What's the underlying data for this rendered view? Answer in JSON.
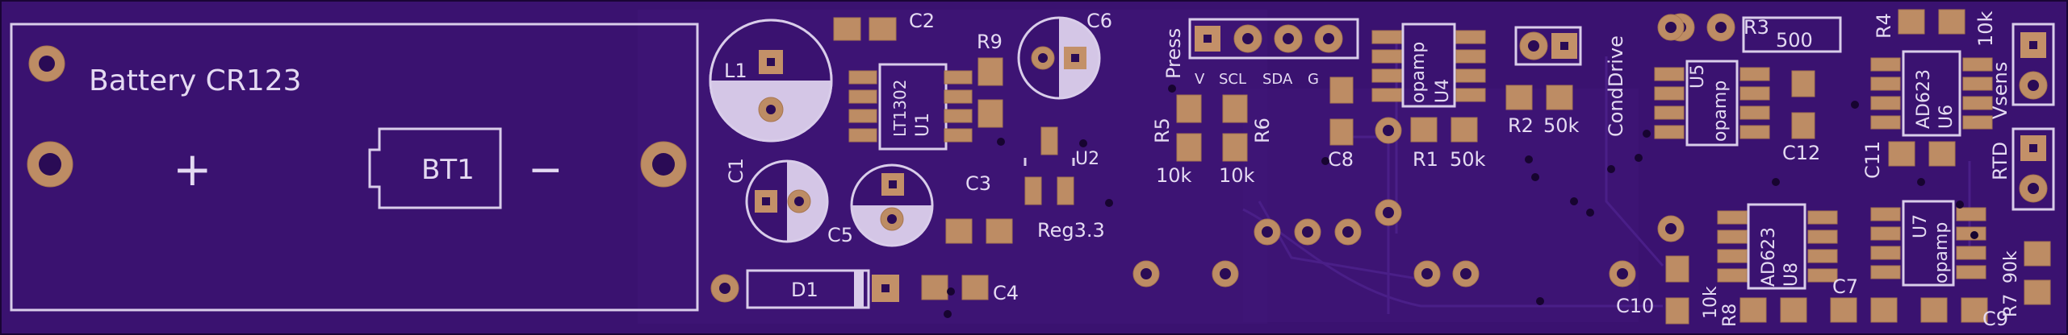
{
  "board": {
    "background": "#3a1270",
    "silkscreen": "#d9cdea",
    "copper": "#bd8c64"
  },
  "battery": {
    "title": "Battery CR123",
    "designator": "BT1",
    "plus": "+",
    "minus": "−"
  },
  "labels": {
    "C2": "C2",
    "C6": "C6",
    "L1": "L1",
    "R9": "R9",
    "U1": "U1",
    "LT1302": "LT1302",
    "C1": "C1",
    "C5": "C5",
    "C3": "C3",
    "U2": "U2",
    "Reg": "Reg3.3",
    "D1": "D1",
    "C4": "C4",
    "Press": "Press",
    "V": "V",
    "SCL": "SCL",
    "SDA": "SDA",
    "G": "G",
    "R5": "R5",
    "R5v": "10k",
    "R6": "R6",
    "R6v": "10k",
    "C8": "C8",
    "U4": "U4",
    "U4v": "opamp",
    "R1": "R1",
    "R1v": "50k",
    "R2": "R2",
    "R2v": "50k",
    "CondDrive": "CondDrive",
    "R3": "R3",
    "R3v": "500",
    "U5": "U5",
    "U5v": "opamp",
    "C12": "C12",
    "R4": "R4",
    "R4v": "10k",
    "U6": "U6",
    "U6v": "AD623",
    "C11": "C11",
    "Vsens": "Vsens",
    "RTD": "RTD",
    "U8": "U8",
    "U8v": "AD623",
    "U7": "U7",
    "U7v": "opamp",
    "C10": "C10",
    "R8": "R8",
    "R8v": "10k",
    "C7": "C7",
    "R7": "R7",
    "R7v": "90k",
    "C9": "C9"
  }
}
